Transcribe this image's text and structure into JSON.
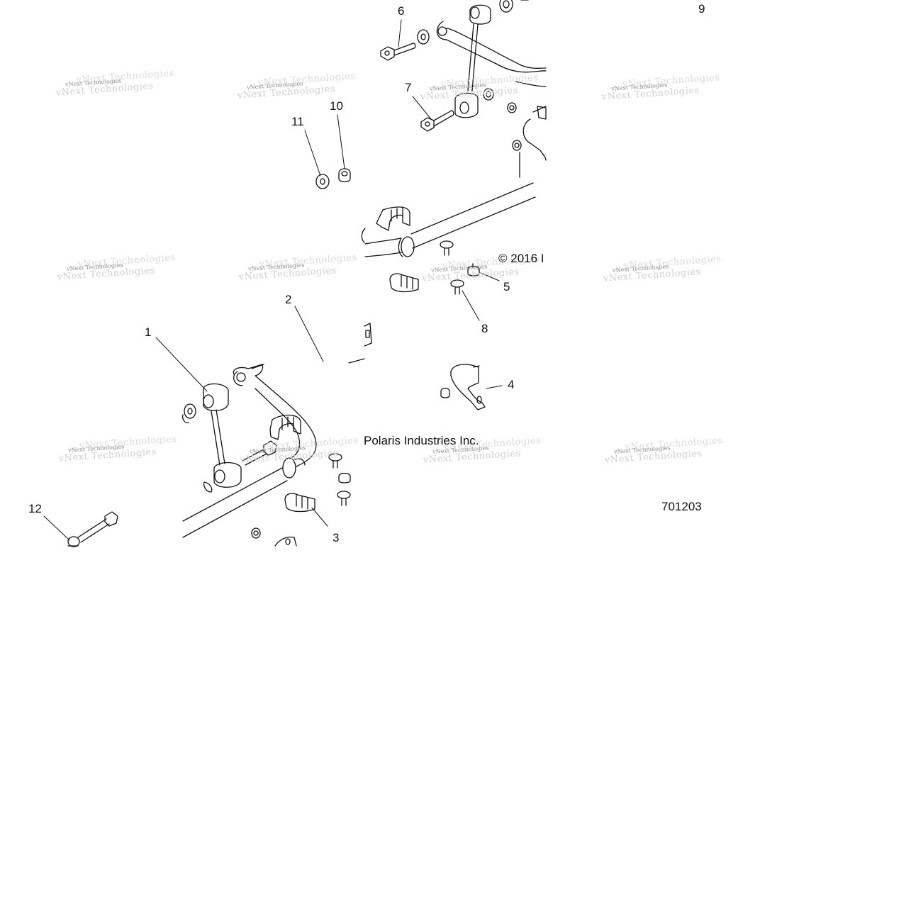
{
  "callouts": {
    "c1": "1",
    "c2": "2",
    "c3": "3",
    "c4": "4",
    "c5": "5",
    "c6": "6",
    "c7": "7",
    "c8": "8",
    "c9": "9",
    "c10": "10",
    "c11": "11",
    "c12": "12"
  },
  "copyright": {
    "line1": "© 2016 I",
    "line2": "Polaris Industries Inc."
  },
  "diagram_id": "701203",
  "watermark": "vNext Technologies",
  "colors": {
    "line": "#111111",
    "watermark": "#8a8a8a",
    "background": "#ffffff"
  }
}
